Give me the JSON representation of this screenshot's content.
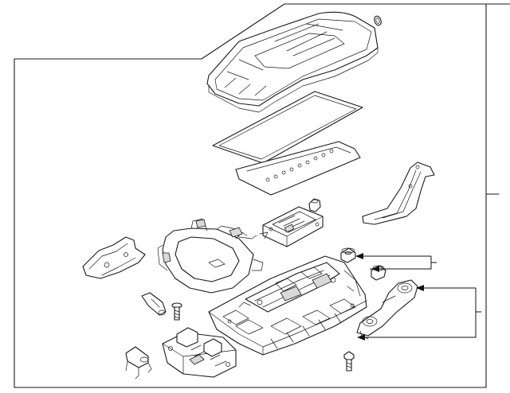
{
  "diagram": {
    "parts": [
      "battery-cover",
      "cover-seal-gasket",
      "fuse-seal-plug",
      "gasket-with-bolts",
      "mounting-bracket-right",
      "wiring-harness-frame",
      "control-module-board",
      "mounting-bracket-left",
      "nut-a",
      "nut-b",
      "battery-tray-assembly",
      "hinge-bracket",
      "clip-fastener",
      "junction-block",
      "cable-clamp",
      "screw-bolt"
    ]
  }
}
